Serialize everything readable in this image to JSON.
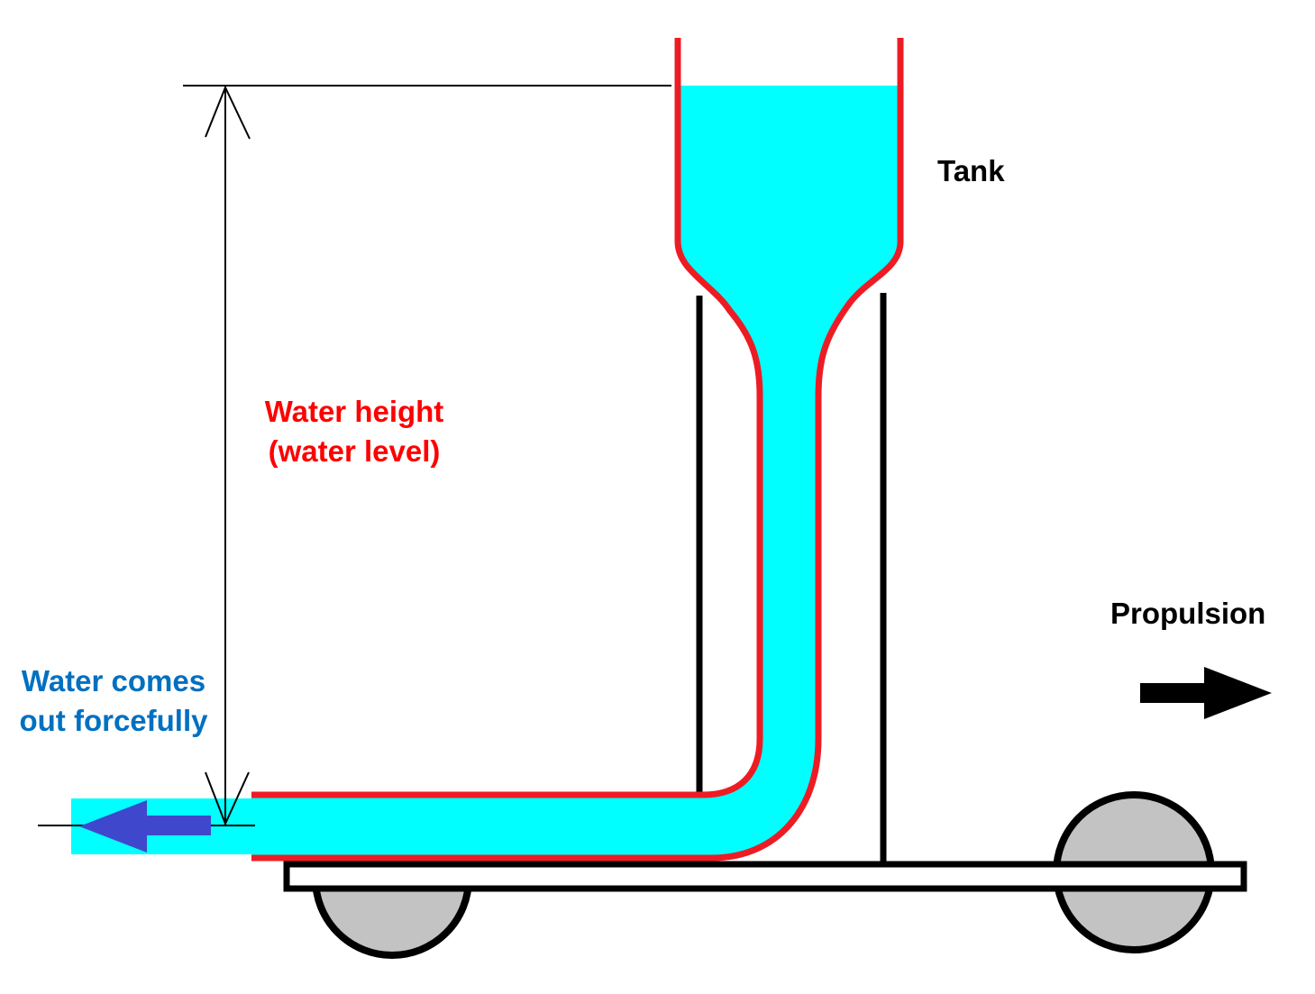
{
  "diagram": {
    "title": "Water-jet propelled cart",
    "labels": {
      "tank": "Tank",
      "water_height_line1": "Water height",
      "water_height_line2": "(water level)",
      "water_out_line1": "Water comes",
      "water_out_line2": "out forcefully",
      "propulsion": "Propulsion"
    },
    "colors": {
      "water": "#00ffff",
      "tank_wall": "#ed1c24",
      "water_height_text": "#ff0000",
      "water_out_text": "#0070c0",
      "water_out_arrow": "#3f48cc",
      "propulsion_arrow": "#000000",
      "wheel_fill": "#c3c3c3",
      "frame": "#000000",
      "dimension_line": "#000000"
    },
    "arrows": {
      "water_flow_direction": "left",
      "propulsion_direction": "right"
    }
  }
}
